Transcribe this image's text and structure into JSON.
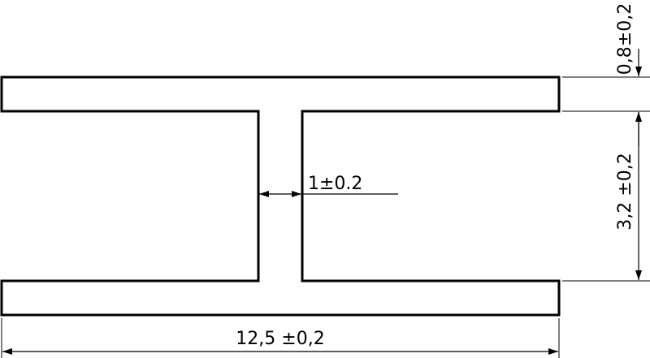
{
  "drawing": {
    "dimensions": {
      "overall_width": "12,5 ±0,2",
      "web_thickness_value": "1",
      "web_thickness_tolerance": "±0.2",
      "flange_thickness": "0,8±0,2",
      "web_height": "3,2 ±0,2"
    },
    "colors": {
      "line": "#000000",
      "background": "#ffffff"
    }
  }
}
